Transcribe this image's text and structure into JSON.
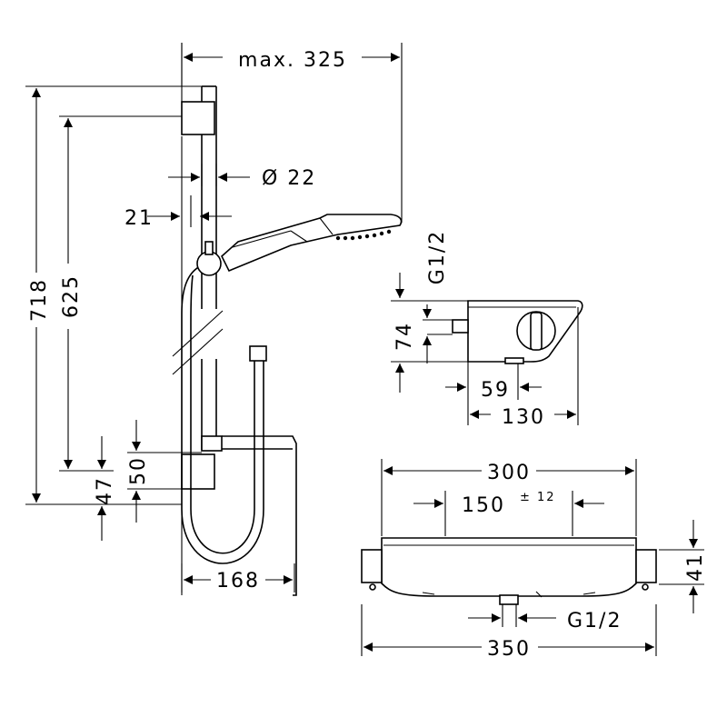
{
  "dimensions": {
    "max_reach": "max. 325",
    "rail_diameter": "Ø 22",
    "wall_offset": "21",
    "total_height": "718",
    "bracket_height": "625",
    "lower_offset_47": "47",
    "lower_offset_50": "50",
    "rail_depth": "168",
    "thermostat_thread_side": "G1/2",
    "thermostat_height": "74",
    "thermostat_depth_59": "59",
    "thermostat_depth_130": "130",
    "thermostat_width": "300",
    "connection_spacing": "150",
    "connection_tolerance": "± 12",
    "thermostat_front_height": "41",
    "thermostat_thread_bottom": "G1/2",
    "overall_width": "350"
  }
}
